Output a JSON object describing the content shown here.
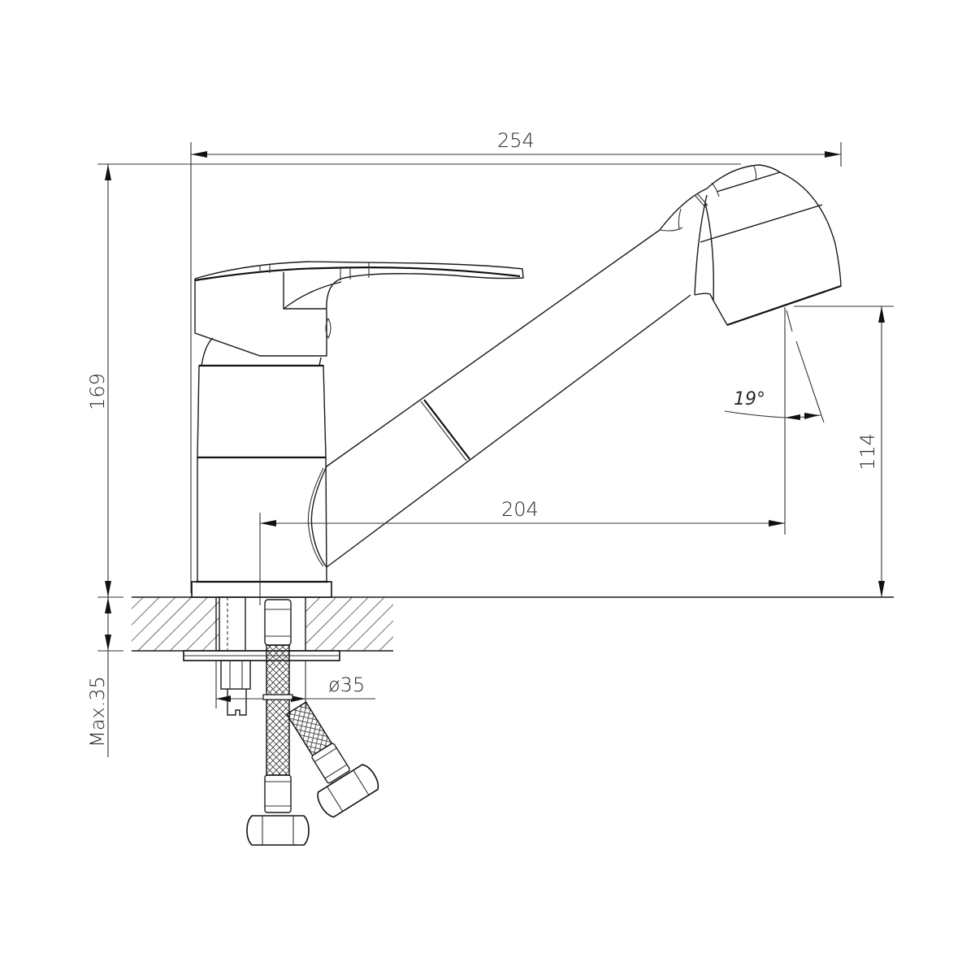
{
  "drawing": {
    "subject": "Single-lever kitchen faucet with pull-out spray",
    "units": "mm",
    "line_color": "#1a1a1a",
    "background": "#ffffff"
  },
  "dimensions": {
    "overall_width": "254",
    "overall_height": "169",
    "spout_reach": "204",
    "spout_outlet_height": "114",
    "spray_angle": "19°",
    "mount_hole_diameter": "ø35",
    "max_counter_thickness": "Max.35"
  }
}
